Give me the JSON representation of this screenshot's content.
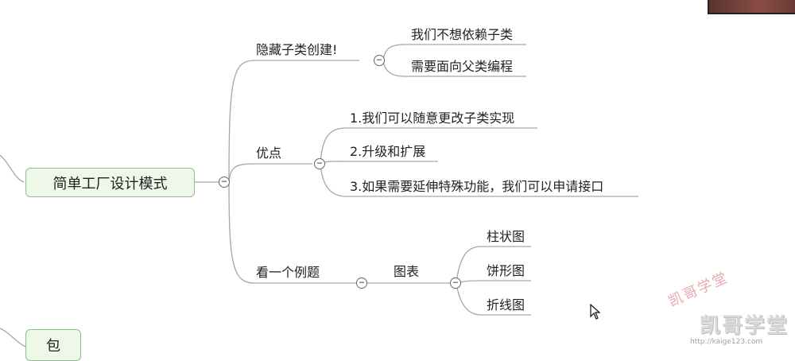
{
  "root": {
    "label": "简单工厂设计模式",
    "collapse_icon": "minus-circle-icon"
  },
  "bottom_node": {
    "label": "包"
  },
  "branches": [
    {
      "label": "隐藏子类创建!",
      "children": [
        "我们不想依赖子类",
        "需要面向父类编程"
      ]
    },
    {
      "label": "优点",
      "children": [
        "1.我们可以随意更改子类实现",
        "2.升级和扩展",
        "3.如果需要延伸特殊功能，我们可以申请接口"
      ]
    },
    {
      "label": "看一个例题",
      "child": {
        "label": "图表",
        "children": [
          "柱状图",
          "饼形图",
          "折线图"
        ]
      }
    }
  ],
  "toggle_symbol": "−",
  "watermark": {
    "small": "凯哥学堂",
    "big": "凯哥学堂",
    "url": "http://kaige123.com"
  },
  "colors": {
    "line": "#999999",
    "node_border": "#8cc08c",
    "node_fill": "#eef7e8"
  }
}
